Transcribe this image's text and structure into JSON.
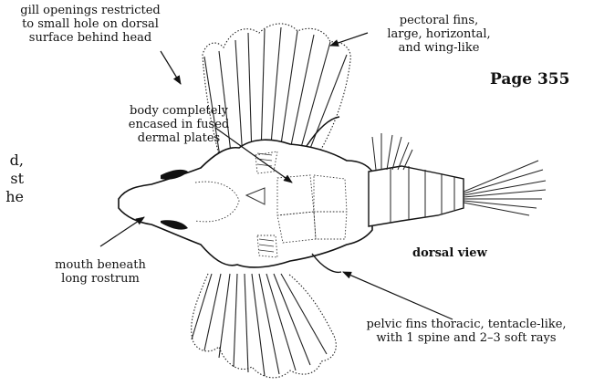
{
  "page_number": "Page 355",
  "view_label": "dorsal view",
  "labels": {
    "gill": [
      "gill openings restricted",
      "to small hole on dorsal",
      "surface behind head"
    ],
    "pectoral": [
      "pectoral fins,",
      "large, horizontal,",
      "and wing-like"
    ],
    "body": [
      "body completely",
      "encased in fused",
      "dermal plates"
    ],
    "mouth": [
      "mouth beneath",
      "long rostrum"
    ],
    "pelvic": [
      "pelvic fins thoracic, tentacle-like,",
      "with 1 spine and 2–3 soft rays"
    ]
  },
  "truncated_text": [
    "d,",
    "st",
    "he"
  ]
}
